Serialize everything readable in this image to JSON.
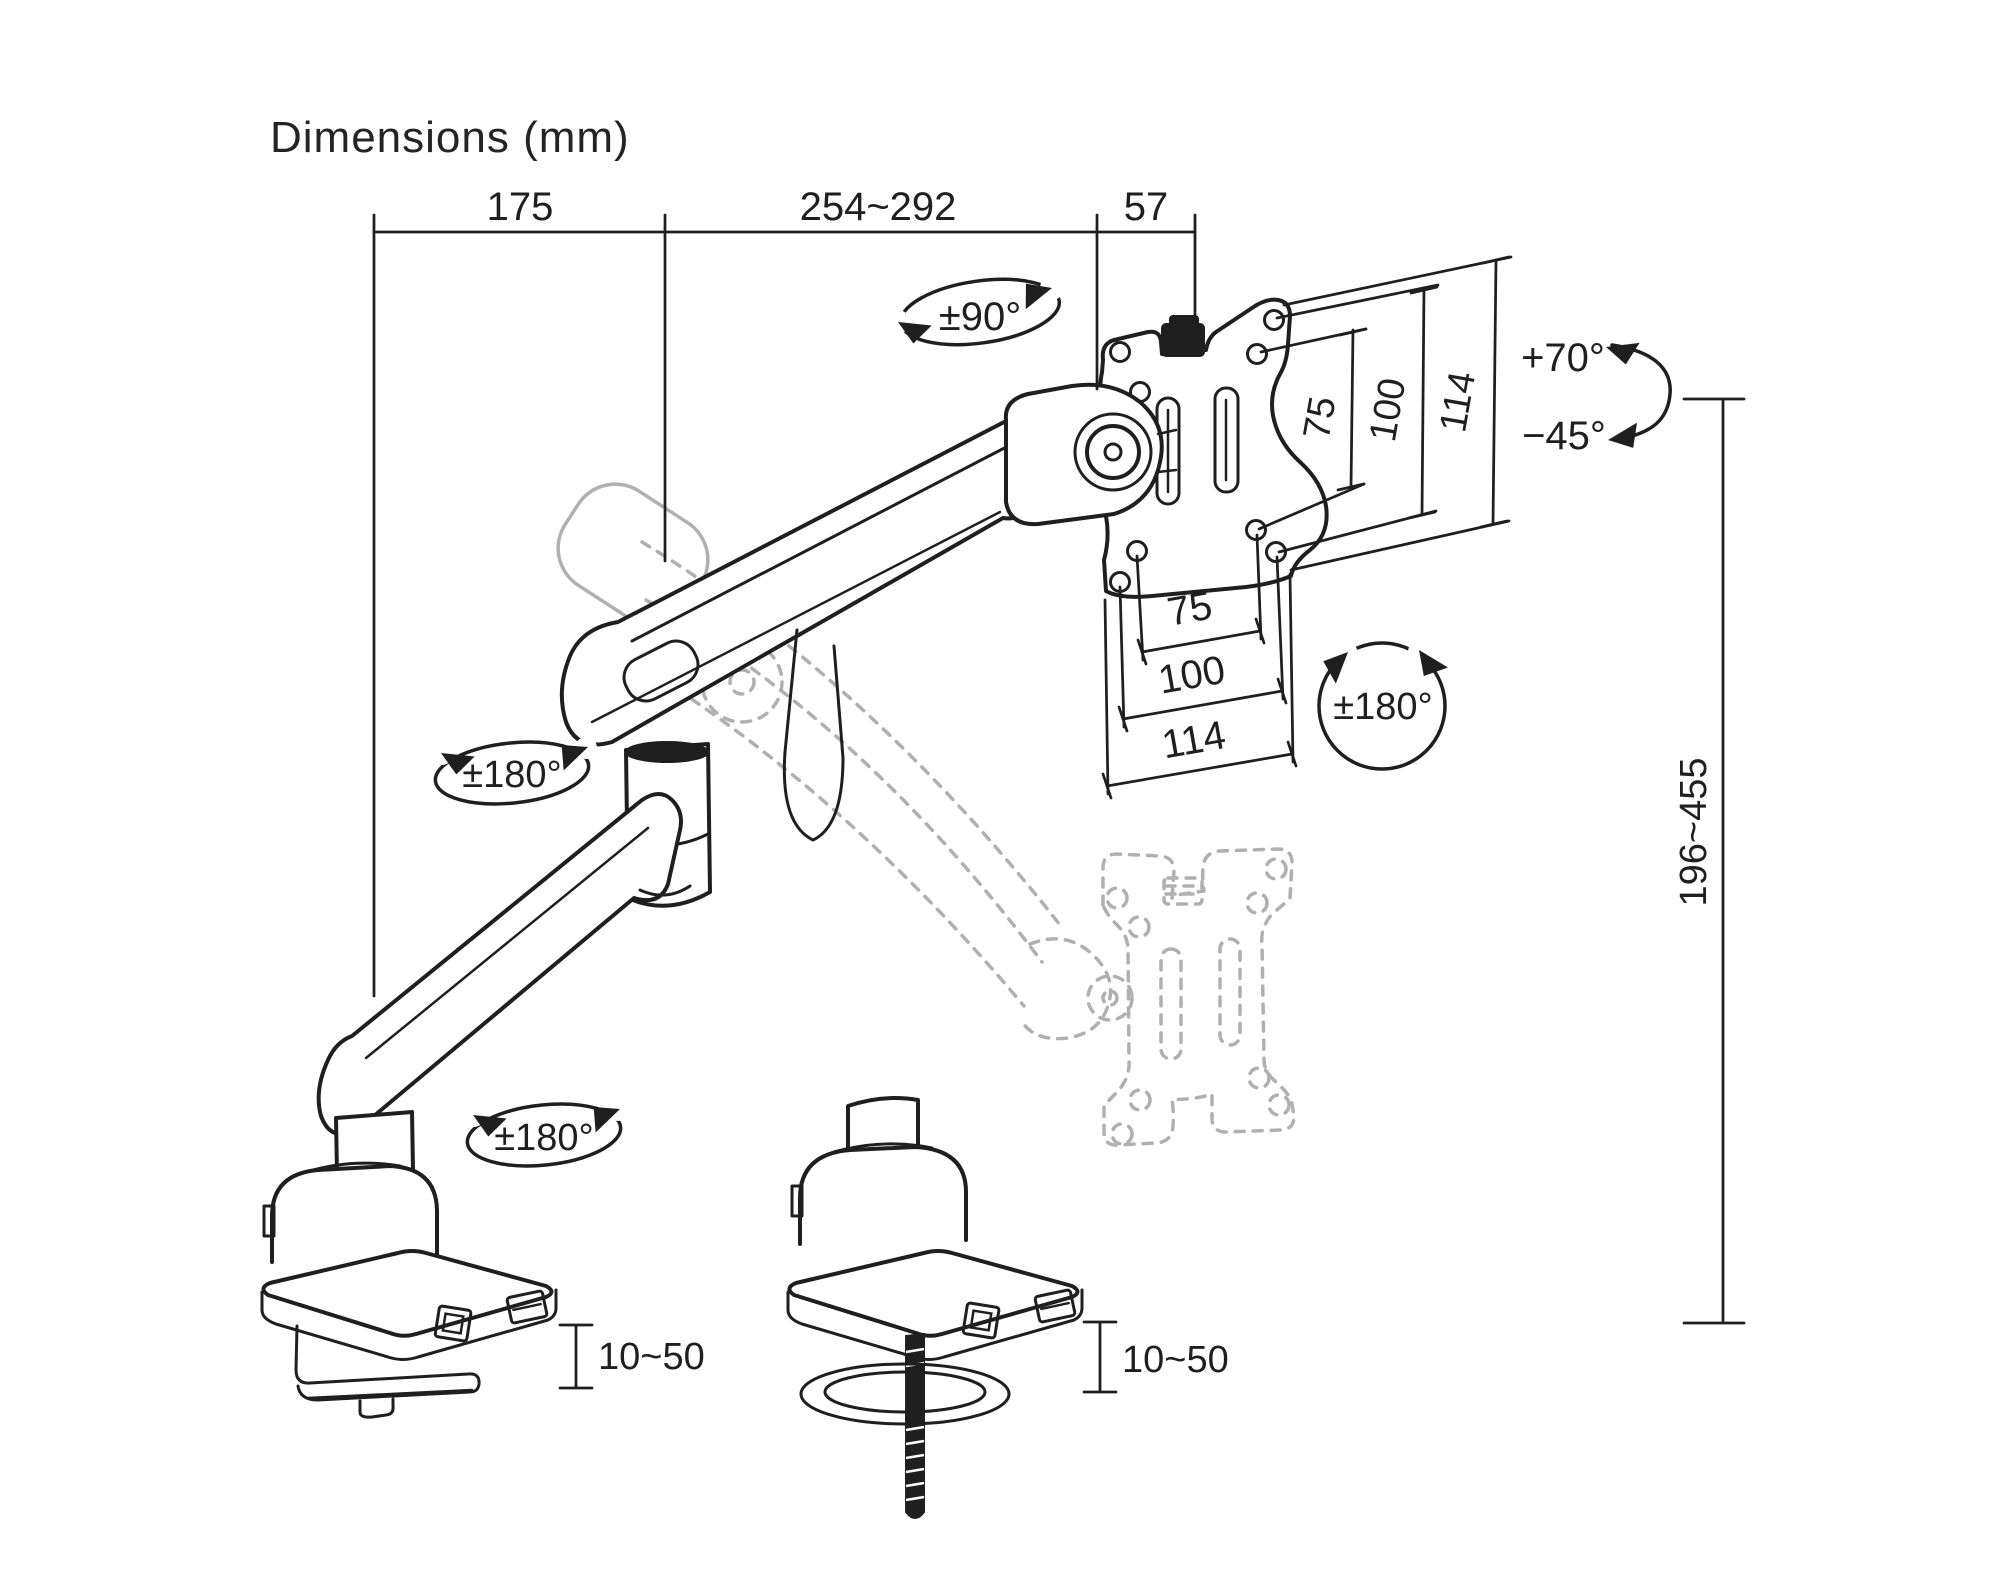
{
  "title": "Dimensions (mm)",
  "colors": {
    "line": "#1f1f1f",
    "ghost": "#b0b0b0",
    "background": "#ffffff"
  },
  "top_dimensions": {
    "base_to_elbow": "175",
    "arm_reach": "254~292",
    "head_offset": "57"
  },
  "vesa": {
    "vertical": {
      "inner": "75",
      "outer": "100",
      "plate": "114"
    },
    "horizontal": {
      "inner": "75",
      "outer": "100",
      "plate": "114"
    }
  },
  "height_adjustment": "196~455",
  "desk_mount": {
    "clamp_range": "10~50",
    "grommet_range": "10~50"
  },
  "rotations": {
    "swivel": "±90°",
    "tilt_up": "+70°",
    "tilt_down": "−45°",
    "vesa_rotation": "±180°",
    "arm_rotation": "±180°",
    "base_rotation": "±180°"
  }
}
